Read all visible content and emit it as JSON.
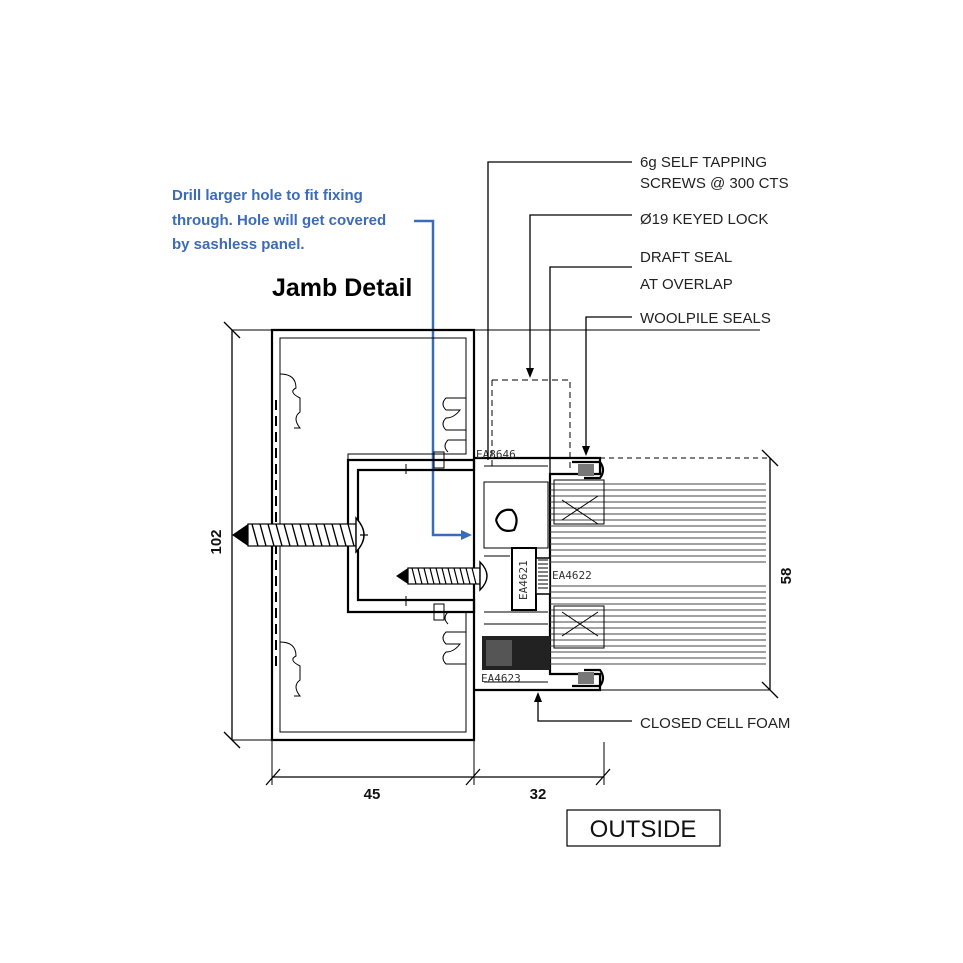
{
  "title": "Jamb Detail",
  "annotation": {
    "color": "#3b6cb7",
    "lines": [
      "Drill larger hole to fit fixing",
      "through. Hole will get covered",
      "by sashless panel."
    ]
  },
  "callouts": {
    "screws": [
      "6g SELF TAPPING",
      "SCREWS @ 300 CTS"
    ],
    "lock": "Ø19 KEYED LOCK",
    "draft_seal": [
      "DRAFT SEAL",
      "AT OVERLAP"
    ],
    "woolpile": "WOOLPILE SEALS",
    "foam": "CLOSED CELL FOAM"
  },
  "dimensions": {
    "height_left": "102",
    "width_left": "45",
    "width_right": "32",
    "height_right": "58"
  },
  "part_codes": {
    "top": "EA8646",
    "middle": "EA4621",
    "right": "EA4622",
    "bottom": "EA4623"
  },
  "side_label": "OUTSIDE"
}
